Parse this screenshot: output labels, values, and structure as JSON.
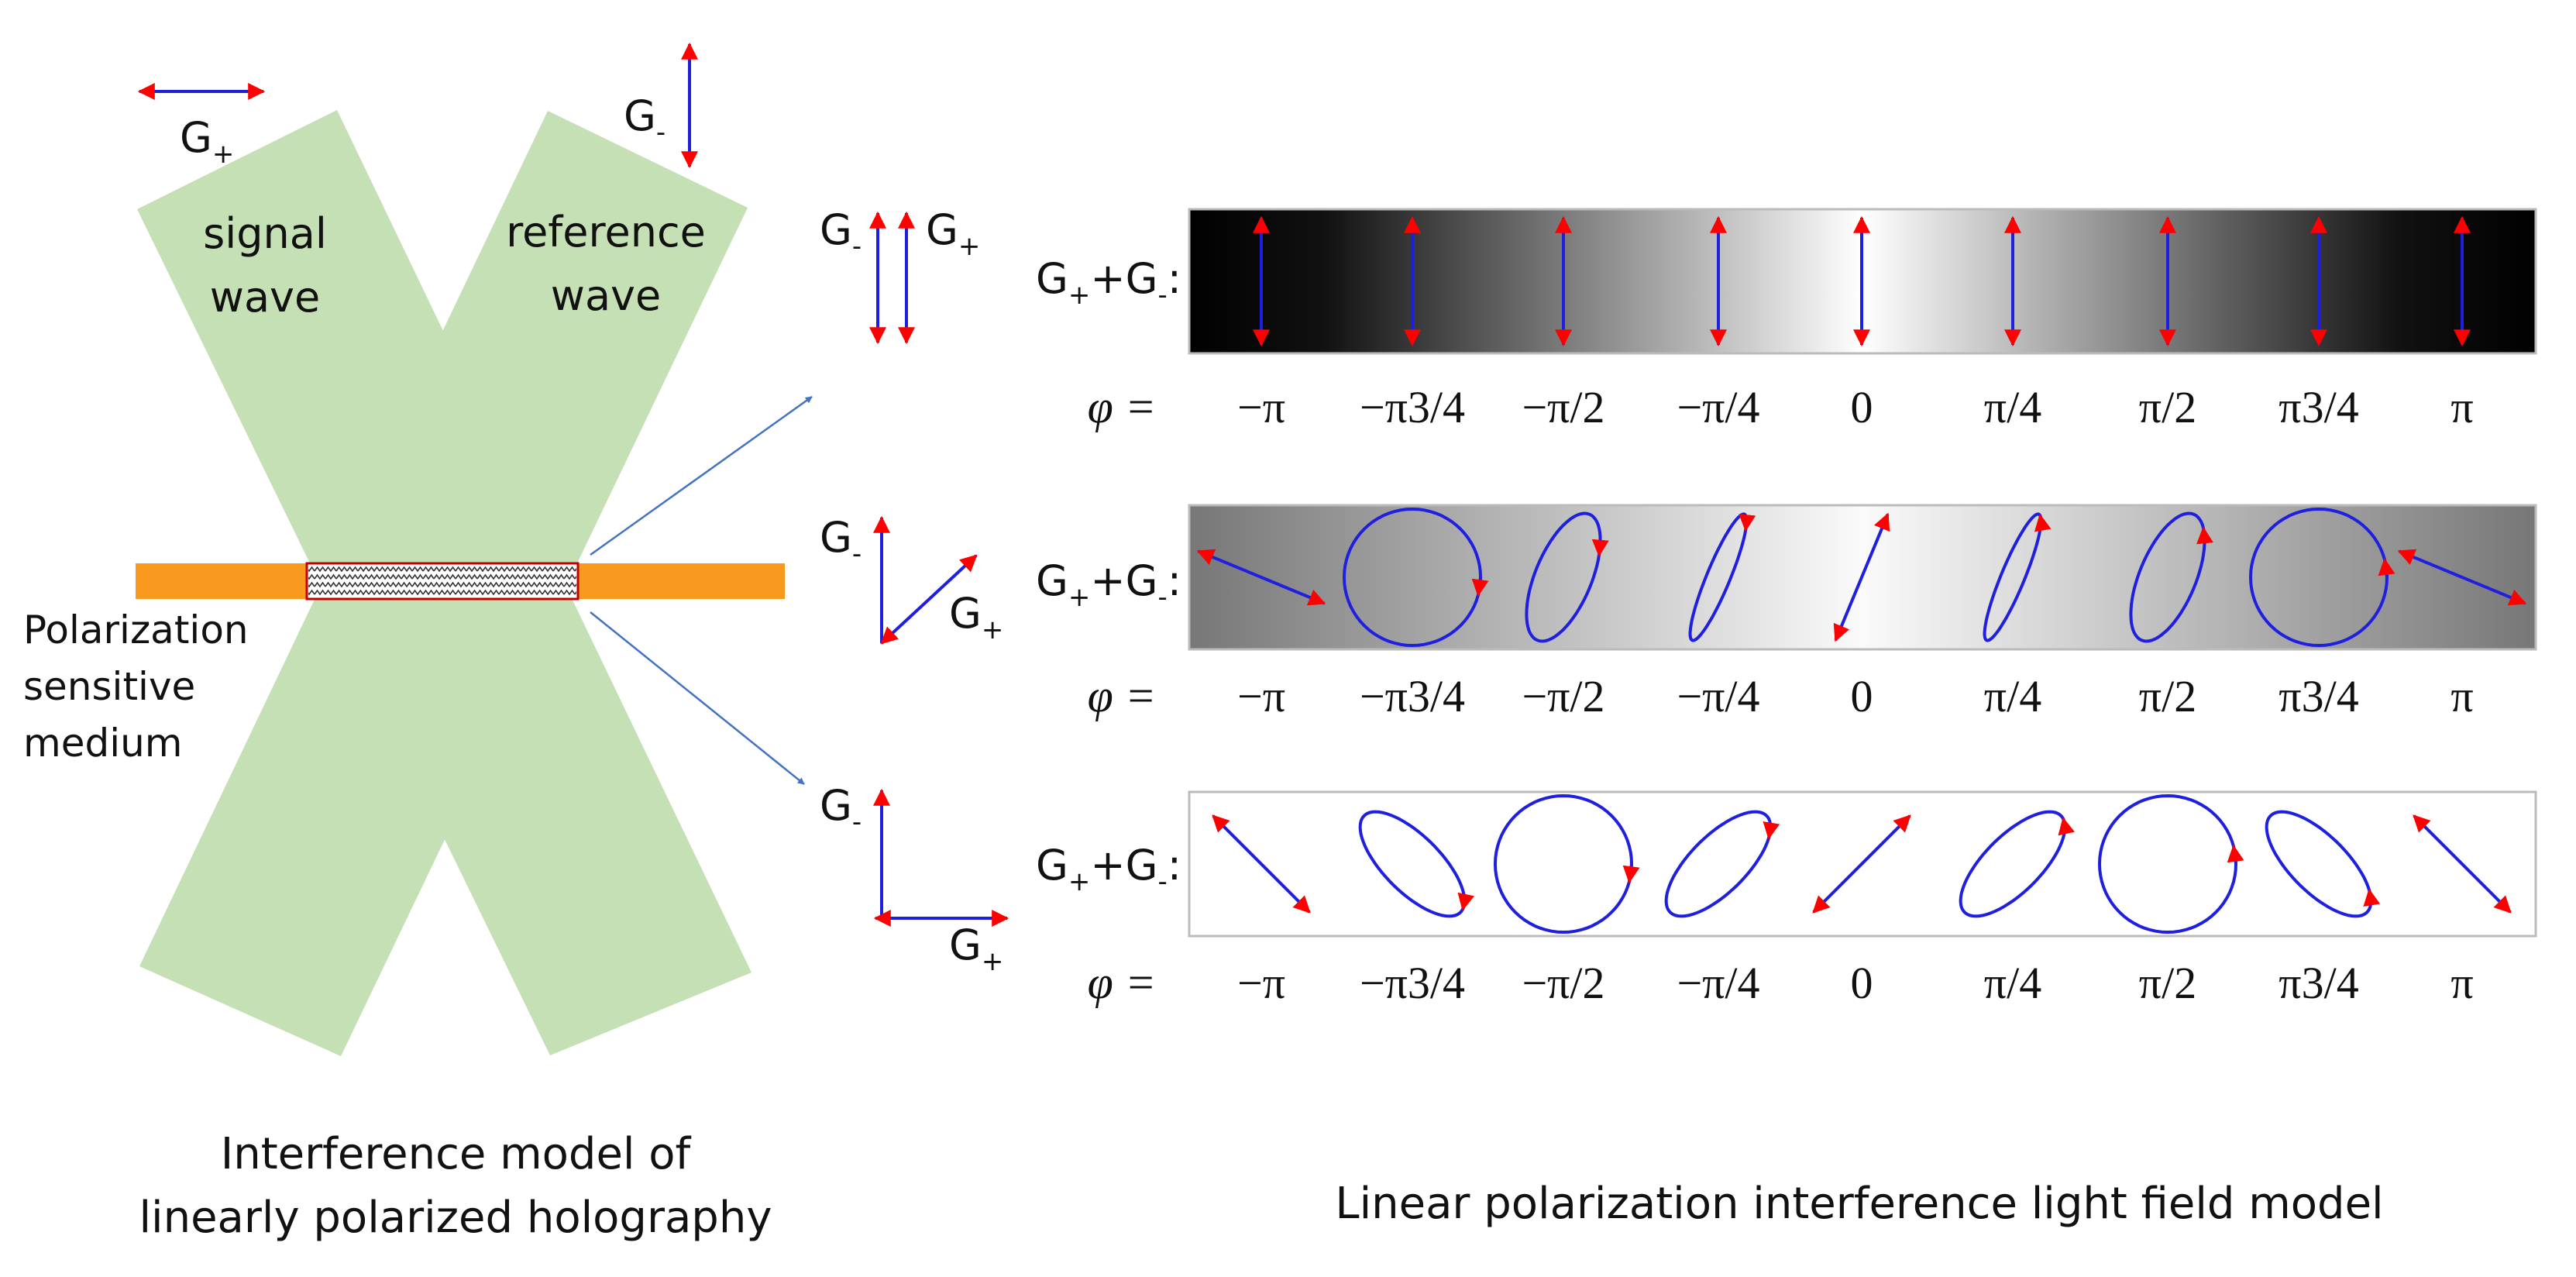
{
  "left_panel": {
    "signal_label": [
      "signal",
      "wave"
    ],
    "reference_label": [
      "reference",
      "wave"
    ],
    "medium_label": [
      "Polarization",
      "sensitive",
      "medium"
    ],
    "caption": [
      "Interference model of",
      "linearly polarized holography"
    ],
    "g_plus": "G+",
    "g_minus": "G-"
  },
  "right_panel": {
    "caption": "Linear polarization interference light field model",
    "row_label": "G++G-:",
    "phi_label": "φ =",
    "phase_labels": [
      "−π",
      "−π3/4",
      "−π/2",
      "−π/4",
      "0",
      "π/4",
      "π/2",
      "π3/4",
      "π"
    ],
    "rows": [
      {
        "case": "parallel",
        "angle_between_deg": 0,
        "inset_labels": [
          "G-",
          "G+"
        ]
      },
      {
        "case": "oblique",
        "angle_between_deg": 45,
        "inset_labels": [
          "G-",
          "G+"
        ]
      },
      {
        "case": "orthogonal",
        "angle_between_deg": 90,
        "inset_labels": [
          "G-",
          "G+"
        ]
      }
    ]
  },
  "colors": {
    "beam": "#c5e0b4",
    "medium": "#f79a1e",
    "hologram_border": "#c00000",
    "arrow_red": "#ff0000",
    "arrow_blue": "#1f1fe0",
    "pointer": "#4472c4"
  }
}
